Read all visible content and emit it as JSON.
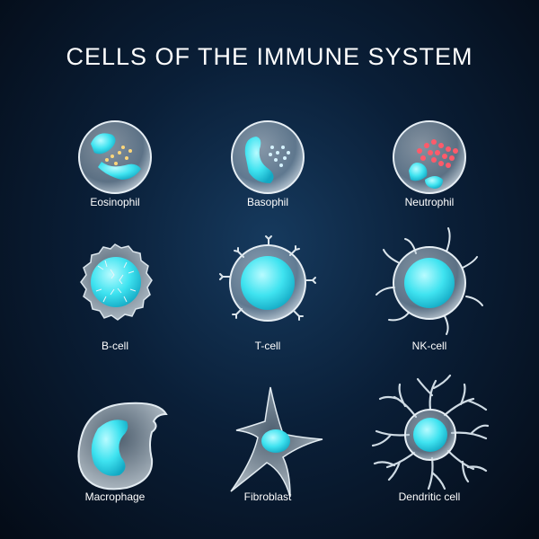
{
  "title": "CELLS OF THE IMMUNE SYSTEM",
  "cells": [
    {
      "label": "Eosinophil"
    },
    {
      "label": "Basophil"
    },
    {
      "label": "Neutrophil"
    },
    {
      "label": "B-cell"
    },
    {
      "label": "T-cell"
    },
    {
      "label": "NK-cell"
    },
    {
      "label": "Macrophage"
    },
    {
      "label": "Fibroblast"
    },
    {
      "label": "Dendritic cell"
    }
  ],
  "colors": {
    "background": "#0a1f38",
    "membrane": "#c8d8e4",
    "nucleus": "#39e6f2",
    "eosinophil_granules": "#ffd77a",
    "neutrophil_granules": "#ff5a6a",
    "basophil_granules": "#d6f3ff"
  }
}
